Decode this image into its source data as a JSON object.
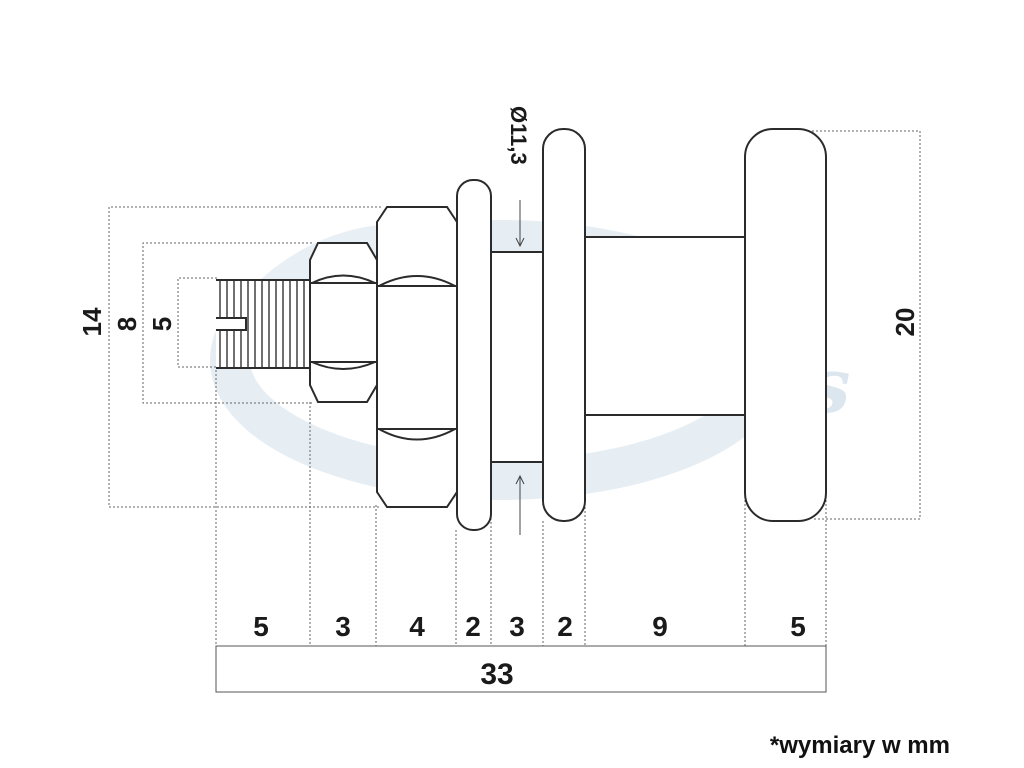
{
  "watermark": {
    "brand": "Aqua Parts"
  },
  "dimensions": {
    "diameter_label": "Ø11,3",
    "heights": {
      "outer_nut": "14",
      "inner_nut": "8",
      "thread": "5",
      "roller": "20"
    },
    "segments": [
      "5",
      "3",
      "4",
      "2",
      "3",
      "2",
      "9",
      "5"
    ],
    "total": "33"
  },
  "note": "*wymiary w mm"
}
